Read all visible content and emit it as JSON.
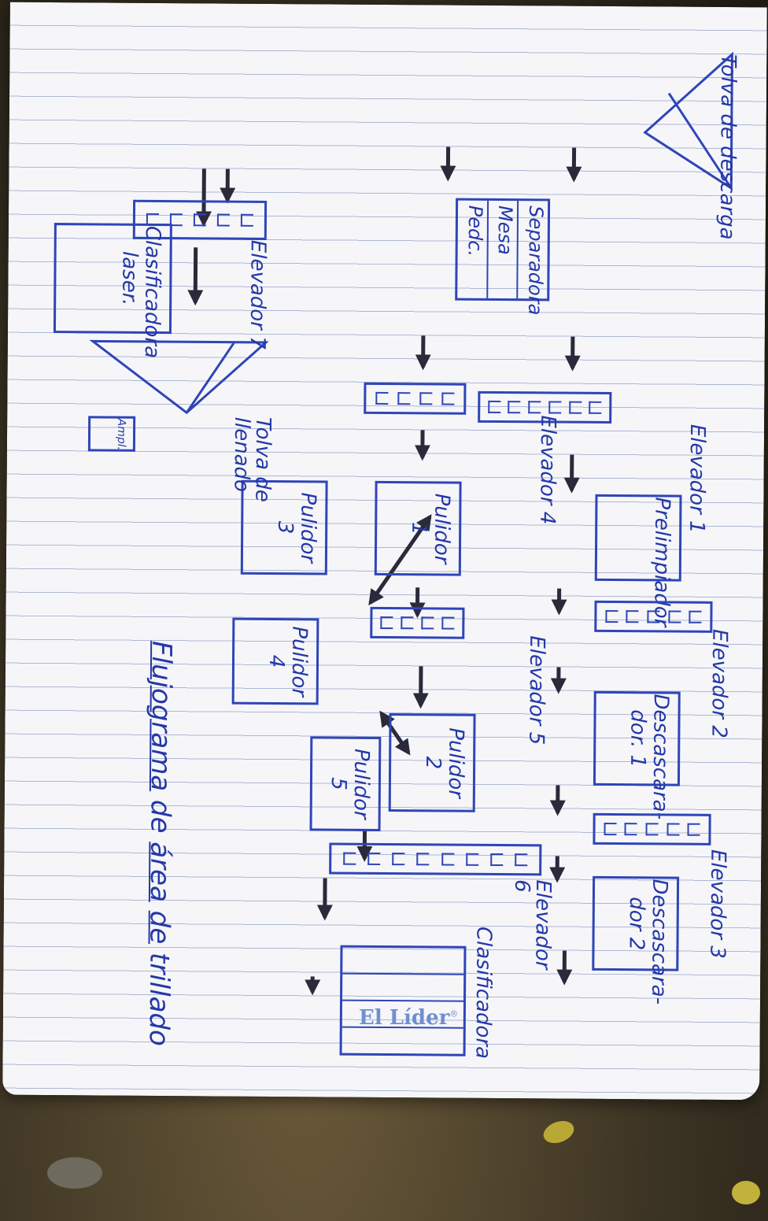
{
  "labels": {
    "tolva_descarga": "Tolva de descarga",
    "separadora": "Separadora",
    "mesa": "Mesa",
    "pedc": "Pedc.",
    "elevador1": "Elevador 1",
    "prelimpiador": "Prelimpiador",
    "elevador2": "Elevador 2",
    "descascarador1": "Descascara-\ndor. 1",
    "elevador3": "Elevador 3",
    "descascarador2": "Descascara-\ndor 2",
    "elevador4": "Elevador 4",
    "pulidor1": "Pulidor\n1",
    "elevador5": "Elevador 5",
    "pulidor2": "Pulidor\n2",
    "elevador6": "Elevador\n6",
    "clasificadora": "Clasificadora",
    "pulidor3": "Pulidor\n3",
    "pulidor4": "Pulidor\n4",
    "pulidor5": "Pulidor\n5",
    "elevador7": "Elevador 7",
    "tolva_llenado": "Tolva de\nllenado",
    "ampl": "Ampl.",
    "clasificador_laser": "Clasificadora\nlaser."
  },
  "title": {
    "part1": "Flujograma",
    "part2": "de",
    "part3": "área",
    "part4": "de",
    "part5": "trillado"
  },
  "logo": {
    "text": "El Líder",
    "mark": "®"
  },
  "colors": {
    "ink": "#2438a8",
    "paper": "#f6f6f9",
    "rule_line": "#aeb8d4",
    "logo": "#6f8fcf"
  }
}
